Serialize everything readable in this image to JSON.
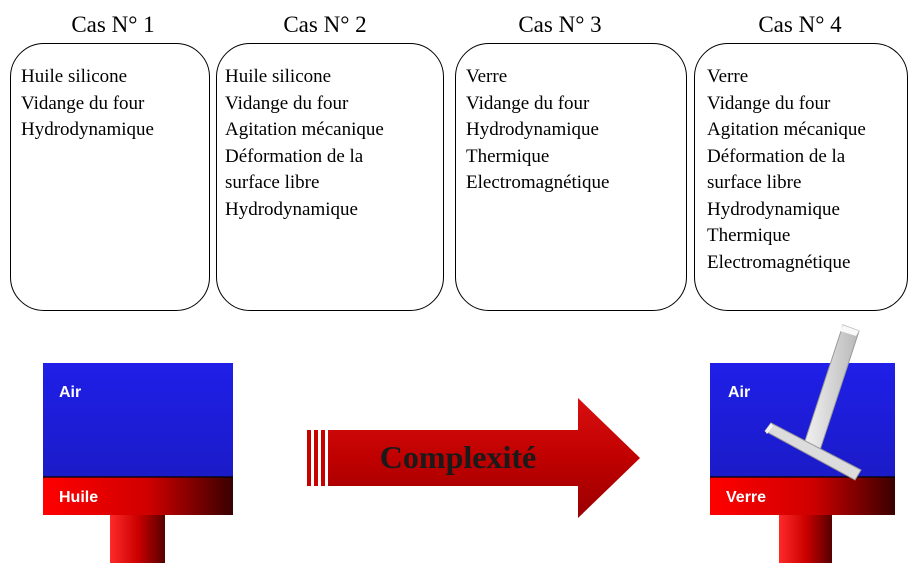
{
  "cases": [
    {
      "title": "Cas N° 1",
      "items": [
        "Huile silicone",
        "Vidange du four",
        "Hydrodynamique"
      ]
    },
    {
      "title": "Cas N° 2",
      "items": [
        "Huile silicone",
        "Vidange du four",
        "Agitation mécanique",
        "Déformation de la",
        "surface libre",
        "Hydrodynamique"
      ]
    },
    {
      "title": "Cas N° 3",
      "items": [
        "Verre",
        "Vidange du four",
        "Hydrodynamique",
        "Thermique",
        "Electromagnétique"
      ]
    },
    {
      "title": "Cas N° 4",
      "items": [
        "Verre",
        "Vidange du four",
        "Agitation mécanique",
        "Déformation de la",
        "surface libre",
        "Hydrodynamique",
        "Thermique",
        "Electromagnétique"
      ]
    }
  ],
  "left_furnace": {
    "top_label": "Air",
    "bottom_label": "Huile"
  },
  "right_furnace": {
    "top_label": "Air",
    "bottom_label": "Verre"
  },
  "arrow": {
    "label": "Complexité"
  },
  "colors": {
    "air": "#1f1fe0",
    "fluid": "#e00000",
    "arrow": "#c40000",
    "stirrer": "#d6d6d6"
  }
}
